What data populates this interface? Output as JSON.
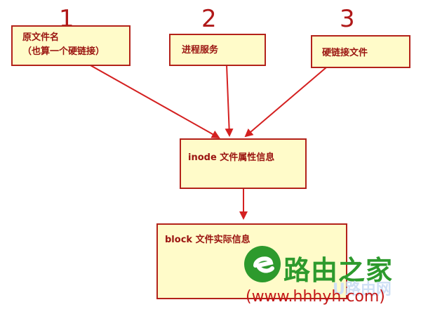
{
  "labels": {
    "n1": "1",
    "n2": "2",
    "n3": "3"
  },
  "nodes": {
    "original_file": [
      "原文件名",
      "（也算一个硬链接）"
    ],
    "process_service": "进程服务",
    "hard_link_file": "硬链接文件",
    "inode": "inode 文件属性信息",
    "block": "block 文件实际信息"
  },
  "watermark": {
    "name": "路由之家",
    "url": "(www.hhhyh.com)",
    "faint": "U路由网"
  },
  "colors": {
    "box_fill": "#fffbc9",
    "box_border": "#b3221a",
    "text": "#9a1410",
    "arrow": "#d42020",
    "logo_green": "#2d9a2d",
    "url_red": "#c41818"
  }
}
